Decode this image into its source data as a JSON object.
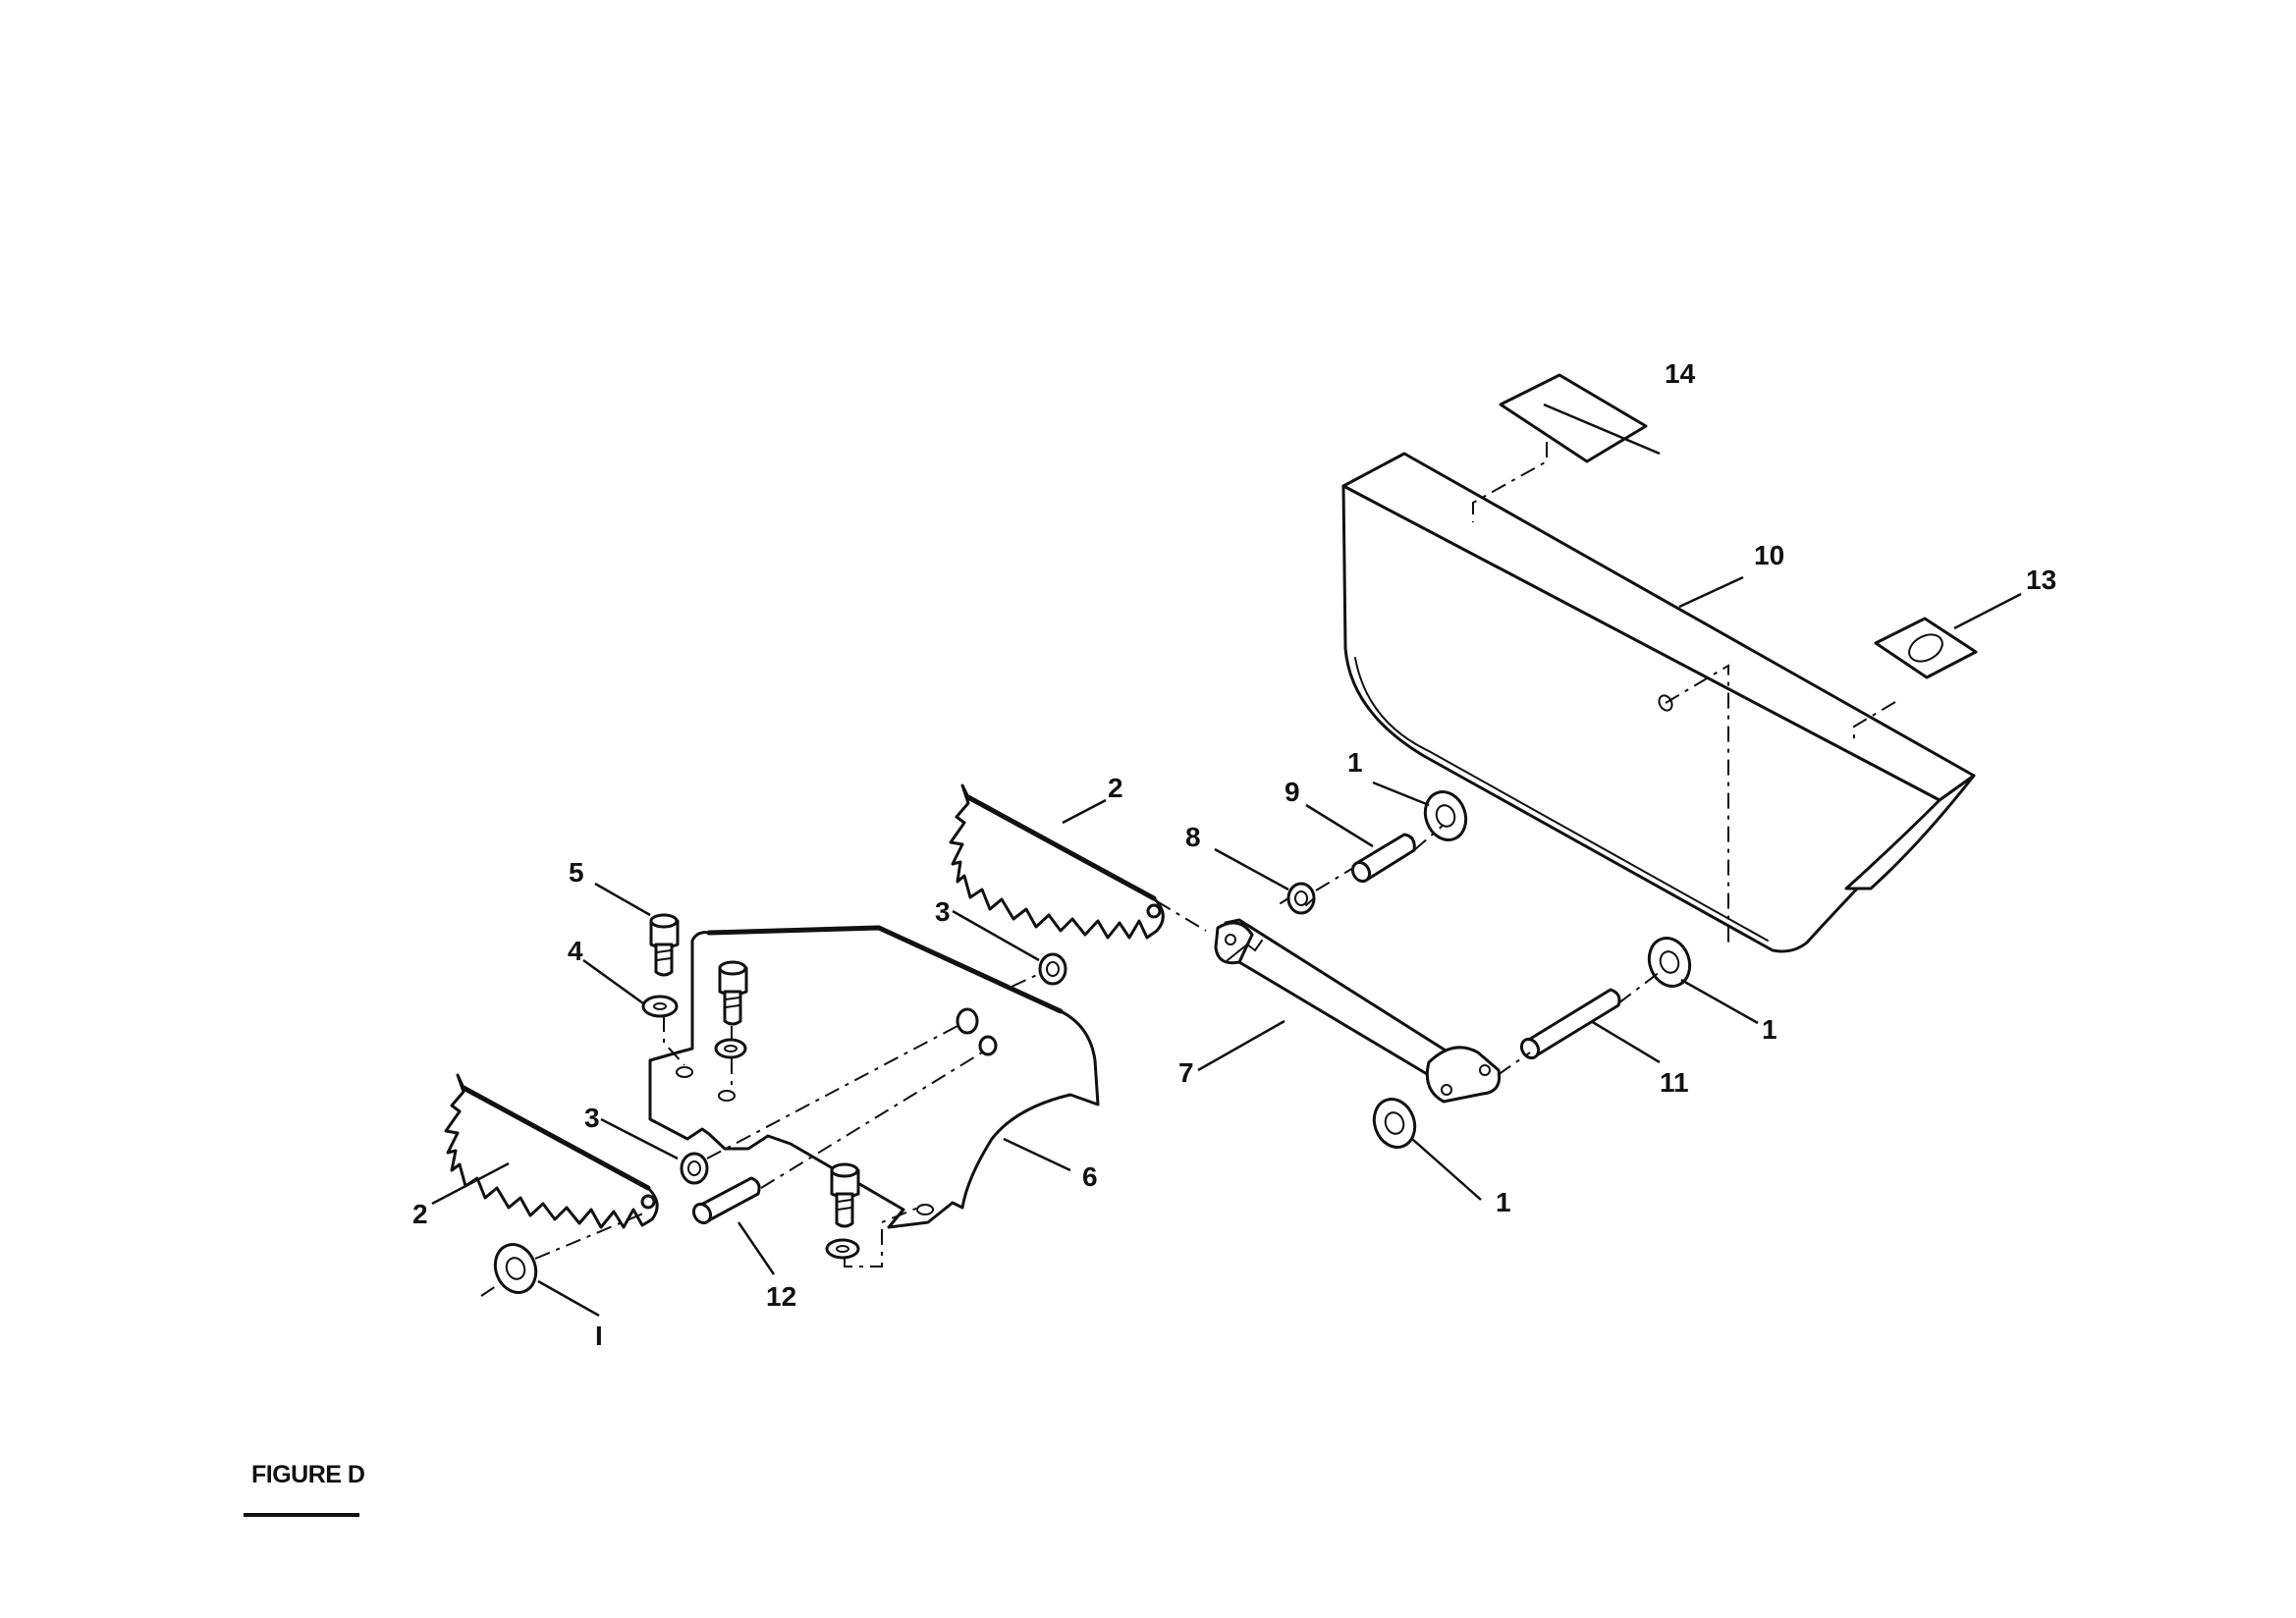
{
  "figure": {
    "label": "FIGURE D"
  },
  "callouts": [
    {
      "id": "c14",
      "text": "14"
    },
    {
      "id": "c10",
      "text": "10"
    },
    {
      "id": "c13",
      "text": "13"
    },
    {
      "id": "c1a",
      "text": "1"
    },
    {
      "id": "c9",
      "text": "9"
    },
    {
      "id": "c2a",
      "text": "2"
    },
    {
      "id": "c8",
      "text": "8"
    },
    {
      "id": "c3a",
      "text": "3"
    },
    {
      "id": "c5",
      "text": "5"
    },
    {
      "id": "c4",
      "text": "4"
    },
    {
      "id": "c1b",
      "text": "1"
    },
    {
      "id": "c7",
      "text": "7"
    },
    {
      "id": "c11",
      "text": "11"
    },
    {
      "id": "c3b",
      "text": "3"
    },
    {
      "id": "c6",
      "text": "6"
    },
    {
      "id": "c2b",
      "text": "2"
    },
    {
      "id": "c1c",
      "text": "1"
    },
    {
      "id": "c12",
      "text": "12"
    },
    {
      "id": "c1d",
      "text": "I"
    }
  ]
}
